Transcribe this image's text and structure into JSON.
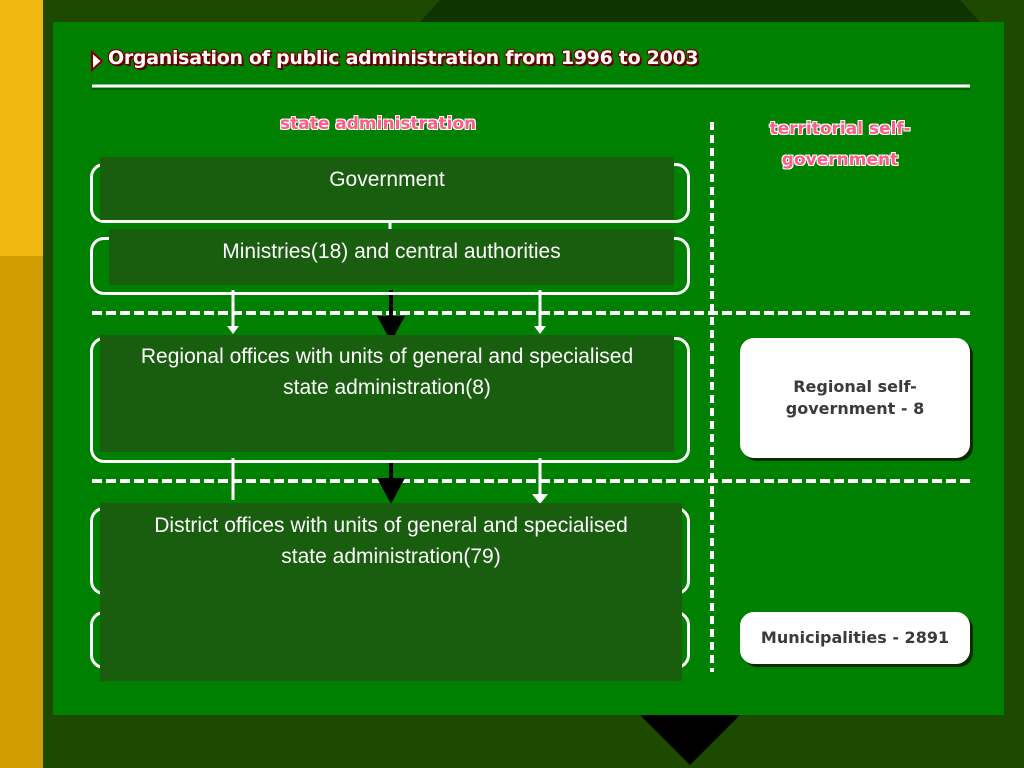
{
  "title": "Organisation of public administration from 1996 to 2003",
  "columns": {
    "state": "state administration",
    "territorial": "territorial self-government"
  },
  "state_boxes": {
    "government": "Government",
    "ministries": "Ministries(18) and central authorities",
    "regional_offices": "Regional offices with units of general and specialised state administration(8)",
    "district_offices": "District offices with units of general and specialised state administration(79)"
  },
  "self_government_boxes": {
    "regional": "Regional self-government - 8",
    "municipalities": "Municipalities - 2891"
  },
  "colors": {
    "panel": "#008000",
    "box": "#195d0f",
    "title_outline": "#7a0000",
    "column_label": "#ff5c8a",
    "side_bar": "#f3b712"
  }
}
